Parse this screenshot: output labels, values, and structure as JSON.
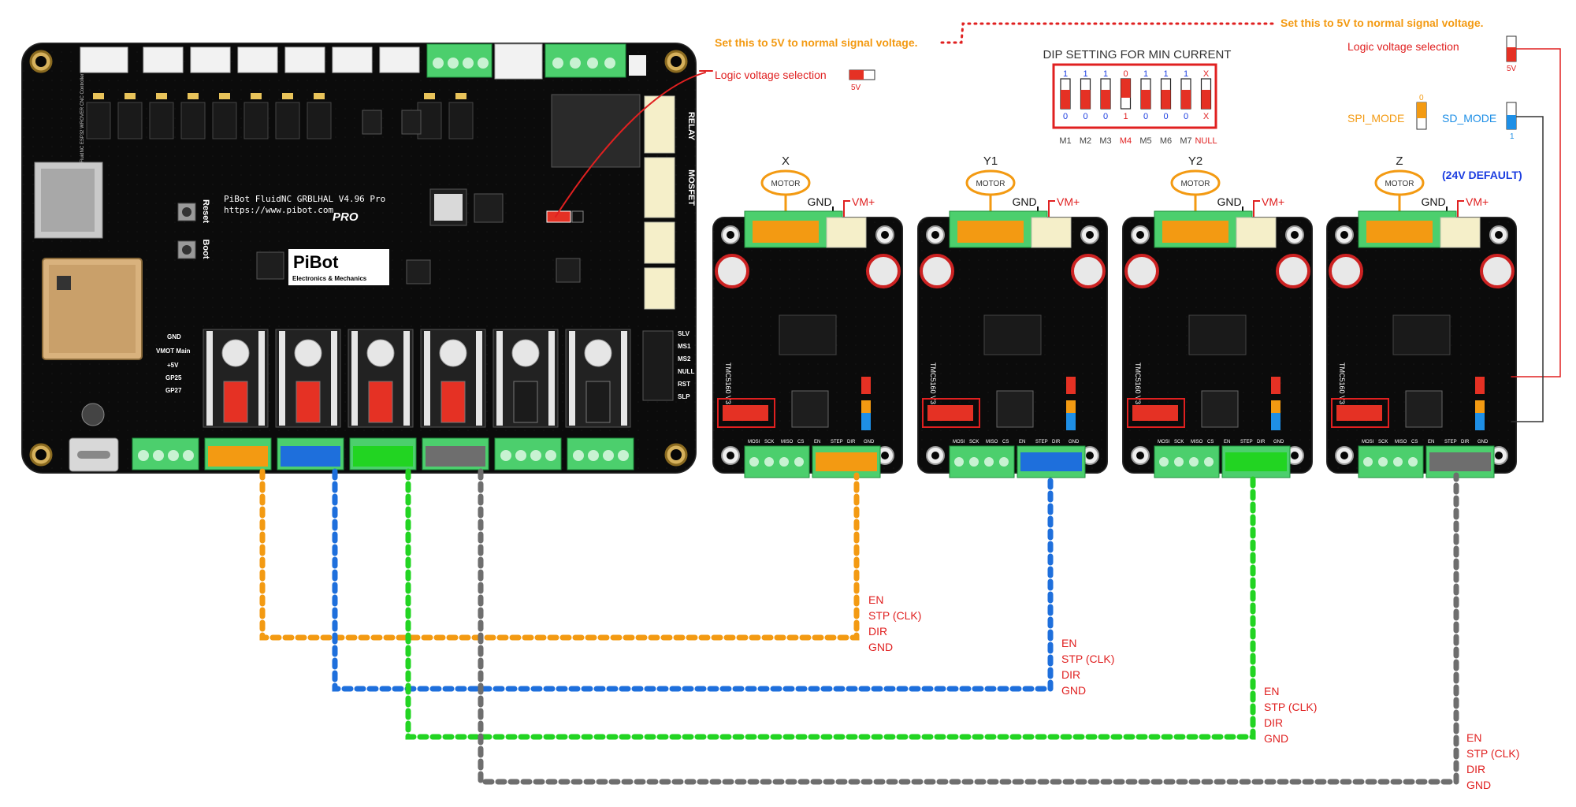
{
  "notes": {
    "board_logic_set5v": "Set this to 5V to normal signal voltage.",
    "board_logic_selection": "Logic voltage selection",
    "board_logic_5v": "5V",
    "right_logic_set5v": "Set this to 5V to normal signal voltage.",
    "right_logic_selection": "Logic voltage selection",
    "right_logic_5v": "5V"
  },
  "mode_switch": {
    "spi_mode": "SPI_MODE",
    "sd_mode": "SD_MODE",
    "spi_value": "0",
    "sd_value": "1",
    "voltage_default": "(24V DEFAULT)"
  },
  "dip": {
    "title": "DIP SETTING FOR MIN CURRENT",
    "switches": [
      {
        "label": "M1",
        "top": "1",
        "bottom": "0",
        "highlight": false
      },
      {
        "label": "M2",
        "top": "1",
        "bottom": "0",
        "highlight": false
      },
      {
        "label": "M3",
        "top": "1",
        "bottom": "0",
        "highlight": false
      },
      {
        "label": "M4",
        "top": "0",
        "bottom": "1",
        "highlight": true
      },
      {
        "label": "M5",
        "top": "1",
        "bottom": "0",
        "highlight": false
      },
      {
        "label": "M6",
        "top": "1",
        "bottom": "0",
        "highlight": false
      },
      {
        "label": "M7",
        "top": "1",
        "bottom": "0",
        "highlight": false
      },
      {
        "label": "NULL",
        "top": "X",
        "bottom": "X",
        "highlight": true
      }
    ]
  },
  "controller": {
    "brand": "PiBot",
    "brand_sub": "Electronics & Mechanics",
    "model": "PiBot FluidNC GRBLHAL V4.96 Pro",
    "url": "https://www.pibot.com",
    "edition": "PRO",
    "esp_label": "FluidNC ESP32 WROVER CNC Controller",
    "side_labels": [
      "RELAY",
      "MOSFET"
    ],
    "pin_labels": [
      "GND",
      "VMOT Main",
      "+5V",
      "GP25",
      "GP27"
    ],
    "right_pin_labels": [
      "SLV",
      "MS1",
      "MS2",
      "NULL",
      "RST",
      "SLP"
    ],
    "buttons": [
      "Reset",
      "Boot"
    ]
  },
  "drivers": [
    {
      "axis": "X",
      "motor": "MOTOR",
      "gnd": "GND",
      "vm": "VM+",
      "color": "#f39a12"
    },
    {
      "axis": "Y1",
      "motor": "MOTOR",
      "gnd": "GND",
      "vm": "VM+",
      "color": "#1e6fdc"
    },
    {
      "axis": "Y2",
      "motor": "MOTOR",
      "gnd": "GND",
      "vm": "VM+",
      "color": "#22d422"
    },
    {
      "axis": "Z",
      "motor": "MOTOR",
      "gnd": "GND",
      "vm": "VM+",
      "color": "#6e6e6e"
    }
  ],
  "driver_board": {
    "model": "TMC5160 V3",
    "bottom_pins": [
      "MOSI",
      "SCK",
      "MISO",
      "CS",
      "EN",
      "STEP",
      "DIR",
      "GND"
    ]
  },
  "signals": [
    "EN",
    "STP (CLK)",
    "DIR",
    "GND"
  ]
}
